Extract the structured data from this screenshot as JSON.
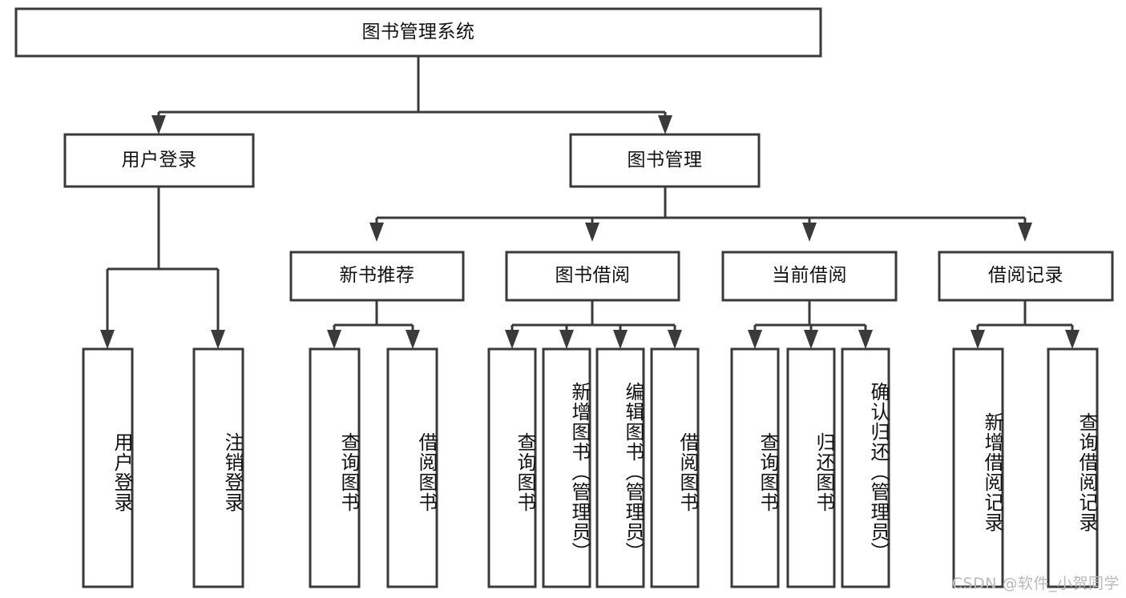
{
  "diagram": {
    "type": "tree-hierarchy",
    "title": "图书管理系统",
    "watermark": "CSDN @软件_小贺同学",
    "colors": {
      "stroke": "#3a3a3a",
      "box_fill": "#ffffff",
      "text": "#111111",
      "watermark": "#b9b9b9",
      "background": "#ffffff"
    },
    "root": {
      "label": "图书管理系统"
    },
    "level1": [
      {
        "label": "用户登录"
      },
      {
        "label": "图书管理"
      }
    ],
    "level2": [
      {
        "label": "新书推荐"
      },
      {
        "label": "图书借阅"
      },
      {
        "label": "当前借阅"
      },
      {
        "label": "借阅记录"
      }
    ],
    "leaves": {
      "user_login": [
        {
          "label": "用户登录"
        },
        {
          "label": "注销登录"
        }
      ],
      "new_book": [
        {
          "label": "查询图书"
        },
        {
          "label": "借阅图书"
        }
      ],
      "book_borrow": [
        {
          "label": "查询图书"
        },
        {
          "label": "新增图书（管理员）"
        },
        {
          "label": "编辑图书（管理员）"
        },
        {
          "label": "借阅图书"
        }
      ],
      "current_borrow": [
        {
          "label": "查询图书"
        },
        {
          "label": "归还图书"
        },
        {
          "label": "确认归还（管理员）"
        }
      ],
      "borrow_record": [
        {
          "label": "新增借阅记录"
        },
        {
          "label": "查询借阅记录"
        }
      ]
    }
  }
}
